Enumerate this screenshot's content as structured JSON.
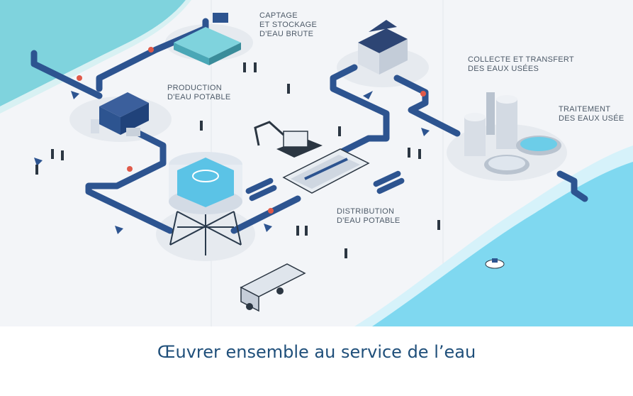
{
  "colors": {
    "pipe": "#2d5490",
    "sea": "#7fd3dd",
    "river": "#7fd8f0",
    "ground": "#eef1f5",
    "accent": "#e05a4a",
    "caption": "#1f4f7a"
  },
  "labels": {
    "captage": [
      "CAPTAGE",
      "ET STOCKAGE",
      "D'EAU BRUTE"
    ],
    "production": [
      "PRODUCTION",
      "D'EAU POTABLE"
    ],
    "collecte": [
      "COLLECTE ET TRANSFERT",
      "DES EAUX USÉES"
    ],
    "traitement": [
      "TRAITEMENT",
      "DES EAUX USÉE"
    ],
    "distribution": [
      "DISTRIBUTION",
      "D'EAU POTABLE"
    ]
  },
  "caption": "Œuvrer ensemble au service de l’eau",
  "icons": [
    "arrow-icon",
    "valve-icon",
    "worker-icon",
    "house-icon",
    "water-tower-icon",
    "excavator-icon",
    "truck-icon",
    "boat-icon",
    "treatment-plant-icon",
    "factory-icon",
    "reservoir-icon",
    "pipe-stack-icon",
    "trench-icon"
  ]
}
